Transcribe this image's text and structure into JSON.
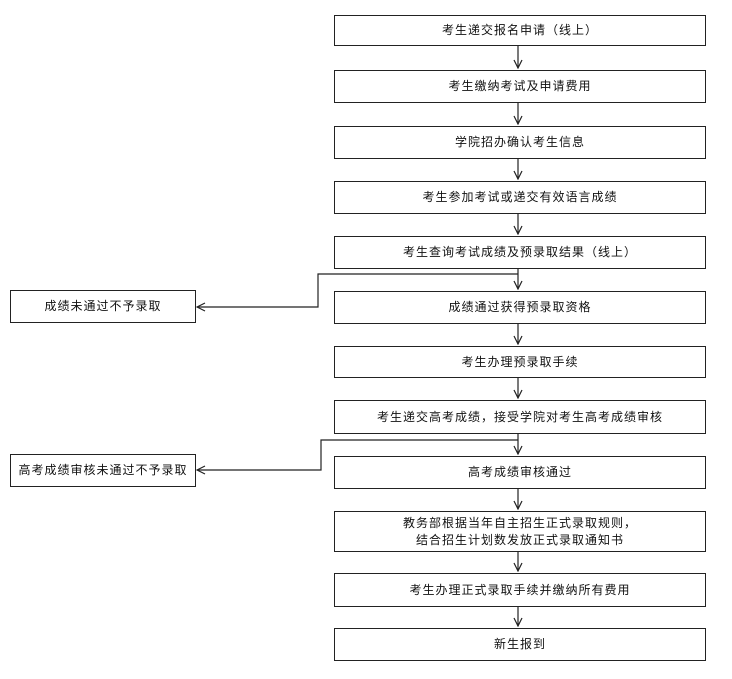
{
  "flowchart": {
    "steps": [
      "考生递交报名申请（线上）",
      "考生缴纳考试及申请费用",
      "学院招办确认考生信息",
      "考生参加考试或递交有效语言成绩",
      "考生查询考试成绩及预录取结果（线上）",
      "成绩通过获得预录取资格",
      "考生办理预录取手续",
      "考生递交高考成绩，接受学院对考生高考成绩审核",
      "高考成绩审核通过",
      "教务部根据当年自主招生正式录取规则，\n结合招生计划数发放正式录取通知书",
      "考生办理正式录取手续并缴纳所有费用",
      "新生报到"
    ],
    "branches": [
      "成绩未通过不予录取",
      "高考成绩审核未通过不予录取"
    ]
  }
}
